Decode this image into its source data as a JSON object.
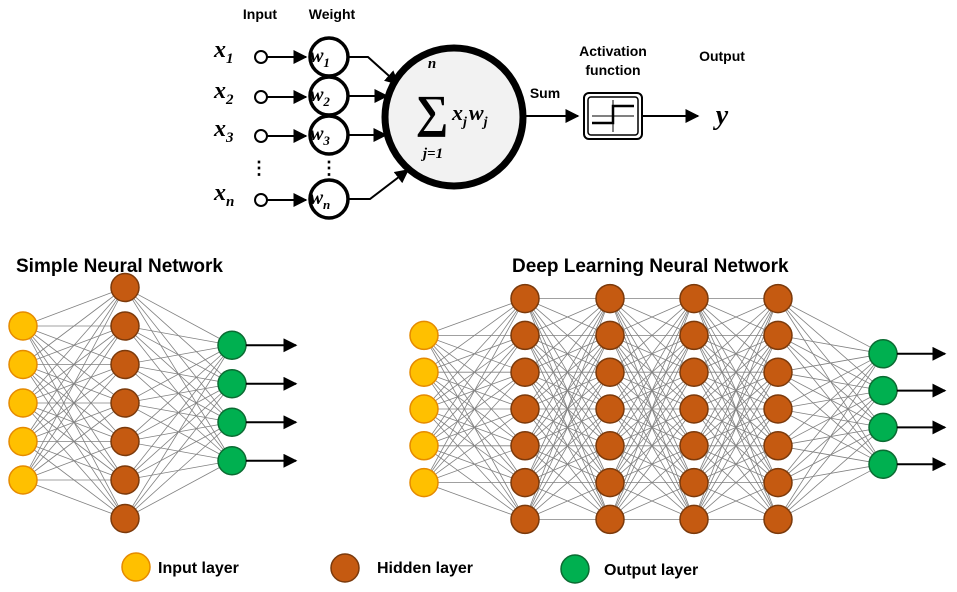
{
  "perceptron": {
    "input_header": "Input",
    "weight_header": "Weight",
    "inputs": [
      {
        "name": "x",
        "sub": "1"
      },
      {
        "name": "x",
        "sub": "2"
      },
      {
        "name": "x",
        "sub": "3"
      },
      {
        "name": "x",
        "sub": "n"
      }
    ],
    "weights": [
      {
        "name": "w",
        "sub": "1"
      },
      {
        "name": "w",
        "sub": "2"
      },
      {
        "name": "w",
        "sub": "3"
      },
      {
        "name": "w",
        "sub": "n"
      }
    ],
    "ellipsis": "⋮",
    "sum_symbol": "∑",
    "sum_upper": "n",
    "sum_lower": "j=1",
    "sum_x": "x",
    "sum_x_sub": "j",
    "sum_w": "w",
    "sum_w_sub": "j",
    "sum_label": "Sum",
    "activation_line1": "Activation",
    "activation_line2": "function",
    "output_header": "Output",
    "output_symbol": "y"
  },
  "simple_network": {
    "title": "Simple Neural Network",
    "layers": [
      5,
      7,
      4
    ]
  },
  "deep_network": {
    "title": "Deep Learning Neural Network",
    "layers": [
      5,
      7,
      7,
      7,
      7,
      4
    ]
  },
  "legend": {
    "input_label": "Input layer",
    "hidden_label": "Hidden layer",
    "output_label": "Output layer"
  },
  "colors": {
    "input_fill": "#FFC000",
    "input_stroke": "#E58A00",
    "hidden_fill": "#C55A11",
    "hidden_stroke": "#7B3A0C",
    "output_fill": "#00B050",
    "output_stroke": "#0B6B32",
    "edge": "#808080",
    "ink": "#000000"
  }
}
